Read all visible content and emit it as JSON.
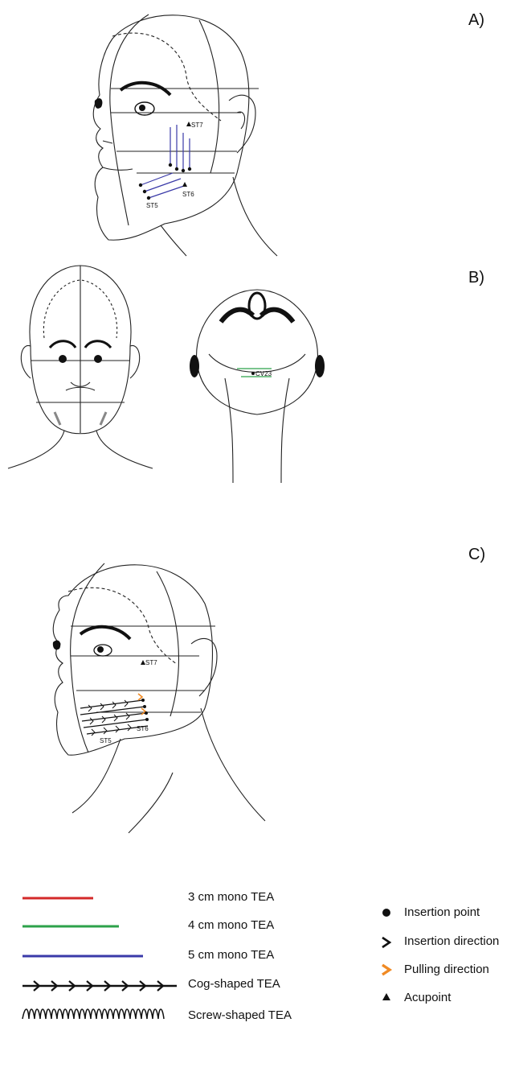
{
  "panels": [
    {
      "label": "A)",
      "points": [
        "ST7",
        "ST6",
        "ST5"
      ]
    },
    {
      "label": "B)",
      "points": [
        "CV23"
      ]
    },
    {
      "label": "C)",
      "points": [
        "ST7",
        "ST6",
        "ST5"
      ]
    }
  ],
  "legend": {
    "lines": [
      {
        "label": "3 cm mono TEA",
        "color": "#d42a2a"
      },
      {
        "label": "4 cm mono TEA",
        "color": "#2ca24a"
      },
      {
        "label": "5 cm mono TEA",
        "color": "#3a3aa8"
      },
      {
        "label": "Cog-shaped TEA",
        "color": "#111111"
      },
      {
        "label": "Screw-shaped TEA",
        "color": "#111111"
      }
    ],
    "symbols": [
      {
        "label": "Insertion point",
        "icon": "dot-icon"
      },
      {
        "label": "Insertion direction",
        "icon": "chevron-right-icon"
      },
      {
        "label": "Pulling direction",
        "icon": "orange-chevron-icon",
        "color": "#f08a24"
      },
      {
        "label": "Acupoint",
        "icon": "triangle-icon"
      }
    ]
  }
}
